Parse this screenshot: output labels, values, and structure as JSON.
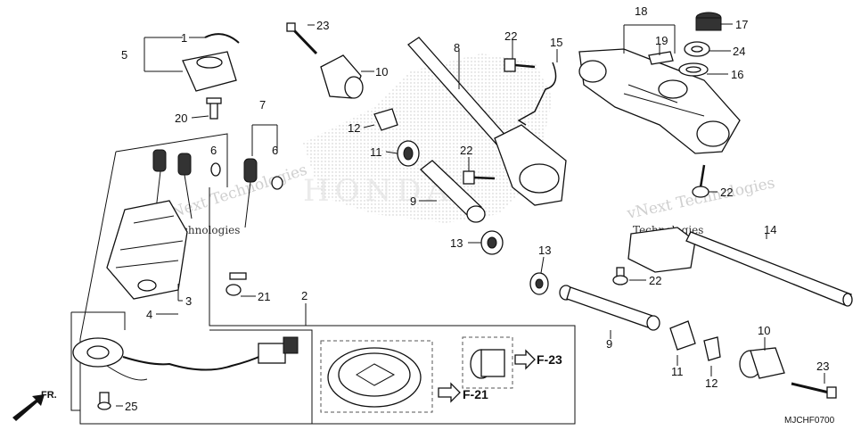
{
  "diagram": {
    "part_numbers": [
      {
        "id": "p1",
        "label": "1"
      },
      {
        "id": "p2",
        "label": "2"
      },
      {
        "id": "p3",
        "label": "3"
      },
      {
        "id": "p4",
        "label": "4"
      },
      {
        "id": "p5",
        "label": "5"
      },
      {
        "id": "p6a",
        "label": "6"
      },
      {
        "id": "p6b",
        "label": "6"
      },
      {
        "id": "p7",
        "label": "7"
      },
      {
        "id": "p8",
        "label": "8"
      },
      {
        "id": "p9a",
        "label": "9"
      },
      {
        "id": "p9b",
        "label": "9"
      },
      {
        "id": "p10a",
        "label": "10"
      },
      {
        "id": "p10b",
        "label": "10"
      },
      {
        "id": "p11a",
        "label": "11"
      },
      {
        "id": "p11b",
        "label": "11"
      },
      {
        "id": "p12a",
        "label": "12"
      },
      {
        "id": "p12b",
        "label": "12"
      },
      {
        "id": "p13a",
        "label": "13"
      },
      {
        "id": "p13b",
        "label": "13"
      },
      {
        "id": "p14",
        "label": "14"
      },
      {
        "id": "p15",
        "label": "15"
      },
      {
        "id": "p16",
        "label": "16"
      },
      {
        "id": "p17",
        "label": "17"
      },
      {
        "id": "p18",
        "label": "18"
      },
      {
        "id": "p19",
        "label": "19"
      },
      {
        "id": "p20",
        "label": "20"
      },
      {
        "id": "p21",
        "label": "21"
      },
      {
        "id": "p22a",
        "label": "22"
      },
      {
        "id": "p22b",
        "label": "22"
      },
      {
        "id": "p22c",
        "label": "22"
      },
      {
        "id": "p22d",
        "label": "22"
      },
      {
        "id": "p23a",
        "label": "23"
      },
      {
        "id": "p23b",
        "label": "23"
      },
      {
        "id": "p24",
        "label": "24"
      },
      {
        "id": "p25",
        "label": "25"
      }
    ],
    "references": [
      {
        "id": "ref_f23",
        "label": "F-23"
      },
      {
        "id": "ref_f21",
        "label": "F-21"
      }
    ],
    "direction_label": "FR.",
    "diagram_code": "MJCHF0700",
    "watermark_top": "vNext Technologies",
    "watermark_bottom": "Technologies",
    "watermark_right_top": "vNext Technologies",
    "watermark_right_bottom": "Technologies",
    "brand_watermark": "HONDA"
  }
}
